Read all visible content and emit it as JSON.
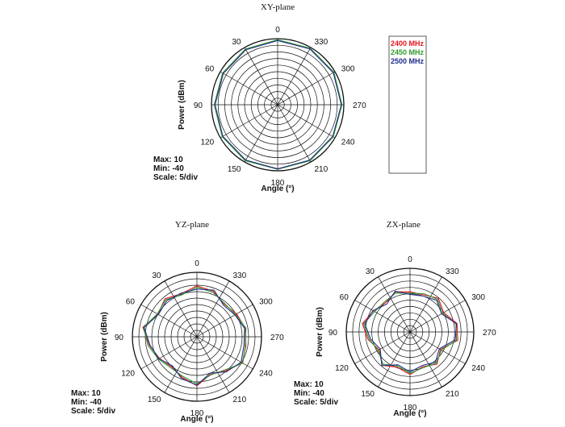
{
  "chart_data": [
    {
      "type": "polar",
      "title": "XY-plane",
      "radial_label": "Power  (dBm)",
      "angle_label": "Angle  (°)",
      "info": {
        "max": "Max: 10",
        "min": "Min: -40",
        "scale": "Scale: 5/div"
      },
      "rlim": [
        -40,
        10
      ],
      "angle_ticks": [
        "0",
        "30",
        "60",
        "90",
        "120",
        "150",
        "180",
        "210",
        "240",
        "270",
        "300",
        "330"
      ],
      "angle_tick_values": [
        0,
        30,
        60,
        90,
        120,
        150,
        180,
        210,
        240,
        270,
        300,
        330
      ],
      "angles": [
        0,
        30,
        60,
        90,
        120,
        150,
        180,
        210,
        240,
        270,
        300,
        330
      ],
      "series": [
        {
          "name": "2400 MHz",
          "color": "#e8151b",
          "values": [
            8.9,
            8.3,
            7.6,
            7.6,
            8.1,
            8.6,
            8.5,
            8.6,
            8.2,
            8.3,
            8.8,
            9.0
          ]
        },
        {
          "name": "2450 MHz",
          "color": "#2e9b2e",
          "values": [
            9.2,
            8.7,
            8.1,
            7.9,
            8.4,
            8.9,
            8.8,
            8.9,
            8.5,
            8.6,
            9.1,
            9.3
          ]
        },
        {
          "name": "2500 MHz",
          "color": "#1f2e8c",
          "values": [
            8.6,
            8.1,
            7.4,
            7.3,
            7.8,
            8.3,
            8.6,
            8.4,
            8.0,
            8.1,
            8.5,
            8.8
          ]
        }
      ]
    },
    {
      "type": "polar",
      "title": "YZ-plane",
      "radial_label": "Power  (dBm)",
      "angle_label": "Angle  (°)",
      "info": {
        "max": "Max: 10",
        "min": "Min: -40",
        "scale": "Scale: 5/div"
      },
      "rlim": [
        -40,
        10
      ],
      "angle_ticks": [
        "0",
        "30",
        "60",
        "90",
        "120",
        "150",
        "180",
        "210",
        "240",
        "270",
        "300",
        "330"
      ],
      "angle_tick_values": [
        0,
        30,
        60,
        90,
        120,
        150,
        180,
        210,
        240,
        270,
        300,
        330
      ],
      "angles": [
        0,
        20,
        40,
        60,
        80,
        100,
        120,
        140,
        160,
        180,
        200,
        220,
        240,
        260,
        280,
        300,
        320,
        340
      ],
      "series": [
        {
          "values": [
            -0.5,
            -4.5,
            -1.5,
            -5.0,
            2.5,
            -2.5,
            -6.5,
            -9.5,
            -6.5,
            -2.0,
            -9.0,
            -5.5,
            0.5,
            -1.5,
            -2.0,
            -4.5,
            -7.0,
            -2.5
          ]
        },
        {
          "values": [
            -1.5,
            -5.5,
            -2.5,
            -4.5,
            2.0,
            -1.5,
            -5.5,
            -8.5,
            -7.5,
            -3.5,
            -8.5,
            -6.5,
            1.0,
            -2.0,
            -1.5,
            -5.5,
            -6.5,
            -3.5
          ]
        },
        {
          "values": [
            -3.0,
            -4.0,
            -3.5,
            -5.5,
            1.5,
            -3.0,
            -6.0,
            -10.5,
            -5.5,
            -2.5,
            -10.0,
            -4.5,
            -0.5,
            -3.0,
            -2.5,
            -6.0,
            -8.0,
            -1.5
          ]
        }
      ]
    },
    {
      "type": "polar",
      "title": "ZX-plane",
      "radial_label": "Power  (dBm)",
      "angle_label": "Angle  (°)",
      "info": {
        "max": "Max: 10",
        "min": "Min: -40",
        "scale": "Scale: 5/div"
      },
      "rlim": [
        -40,
        10
      ],
      "angle_ticks": [
        "0",
        "30",
        "60",
        "90",
        "120",
        "150",
        "180",
        "210",
        "240",
        "270",
        "300",
        "330"
      ],
      "angle_tick_values": [
        0,
        30,
        60,
        90,
        120,
        150,
        180,
        210,
        240,
        270,
        300,
        330
      ],
      "angles": [
        0,
        20,
        40,
        60,
        80,
        100,
        120,
        140,
        160,
        180,
        200,
        220,
        240,
        260,
        280,
        300,
        320,
        340
      ],
      "series": [
        {
          "values": [
            -8.5,
            -6.5,
            -10.0,
            -7.0,
            -2.0,
            -6.5,
            -12.0,
            -6.0,
            -10.5,
            -6.5,
            -11.0,
            -7.0,
            -12.5,
            -2.0,
            -2.5,
            -9.5,
            -5.5,
            -9.0
          ]
        },
        {
          "values": [
            -9.5,
            -7.5,
            -9.0,
            -8.0,
            -3.0,
            -7.5,
            -11.0,
            -7.0,
            -11.5,
            -7.5,
            -10.0,
            -8.0,
            -11.5,
            -3.0,
            -3.5,
            -10.5,
            -6.5,
            -8.0
          ]
        },
        {
          "values": [
            -10.5,
            -6.0,
            -11.5,
            -6.5,
            -4.0,
            -8.5,
            -13.0,
            -5.5,
            -12.5,
            -8.5,
            -12.0,
            -9.0,
            -13.5,
            -4.0,
            -3.0,
            -11.5,
            -7.5,
            -10.0
          ]
        }
      ]
    }
  ],
  "legend": {
    "entries": [
      {
        "label": "2400 MHz",
        "color": "#e8151b"
      },
      {
        "label": "2450 MHz",
        "color": "#2e9b2e"
      },
      {
        "label": "2500 MHz",
        "color": "#1f2e8c"
      }
    ]
  },
  "colors": {
    "grid": "#111111",
    "background": "#ffffff"
  }
}
